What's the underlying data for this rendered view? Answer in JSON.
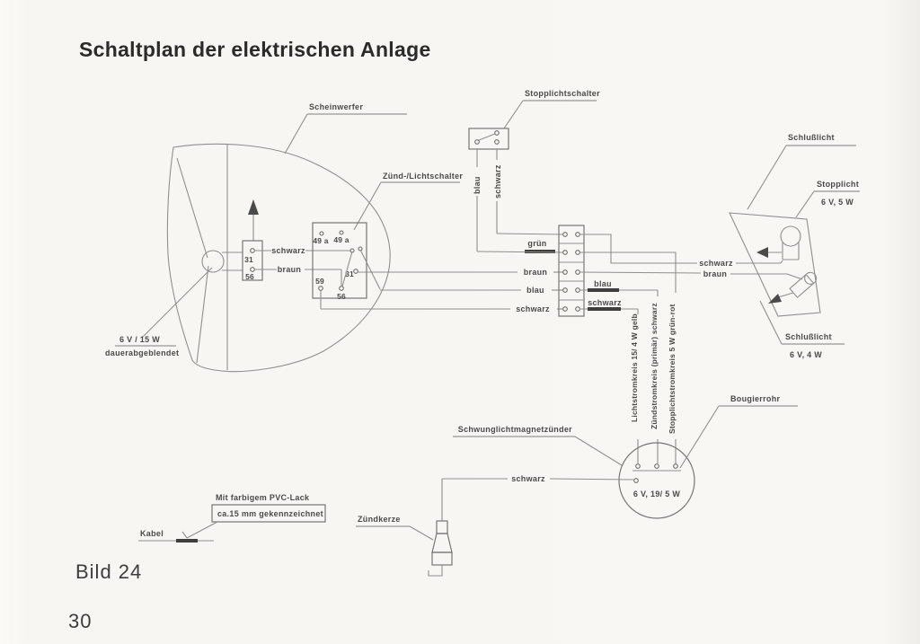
{
  "page": {
    "title": "Schaltplan der elektrischen Anlage",
    "caption": "Bild 24",
    "page_number": "30"
  },
  "components": {
    "scheinwerfer": "Scheinwerfer",
    "zuend_lichtschalter": "Zünd-/Lichtschalter",
    "stopplichtschalter": "Stopplichtschalter",
    "schlusslicht_top": "Schlußlicht",
    "stopplicht": "Stopplicht",
    "stopplicht_rating": "6 V, 5 W",
    "schlusslicht_bottom": "Schlußlicht",
    "schlusslicht_bottom_rating": "6 V, 4 W",
    "headlamp_rating": "6 V / 15 W",
    "headlamp_note": "dauerabgeblendet",
    "magneto": "Schwunglichtmagnetzünder",
    "magneto_rating": "6 V, 19/ 5 W",
    "bougierrohr": "Bougierrohr",
    "zuendkerze": "Zündkerze",
    "kabel": "Kabel",
    "pvc_note_line1": "Mit farbigem PVC-Lack",
    "pvc_note_line2": "ca.15 mm gekennzeichnet"
  },
  "terminals": {
    "head_31": "31",
    "head_56": "56",
    "sw_49a_l": "49 a",
    "sw_49a_r": "49 a",
    "sw_31": "31",
    "sw_56": "56",
    "sw_59": "59"
  },
  "wires": {
    "stop_blau": "blau",
    "stop_schwarz": "schwarz",
    "head_schwarz": "schwarz",
    "head_braun": "braun",
    "strip_gruen": "grün",
    "strip_braun": "braun",
    "strip_blau": "blau",
    "strip_schwarz": "schwarz",
    "strip_r_blau": "blau",
    "strip_r_schwarz": "schwarz",
    "tail_schwarz": "schwarz",
    "tail_braun": "braun",
    "plug_schwarz": "schwarz"
  },
  "circuits": {
    "licht": "Lichtstromkreis 15/ 4 W gelb",
    "zuend": "Zündstromkreis (primär) schwarz",
    "stopp": "Stopplichtstromkreis 5 W grün-rot"
  }
}
